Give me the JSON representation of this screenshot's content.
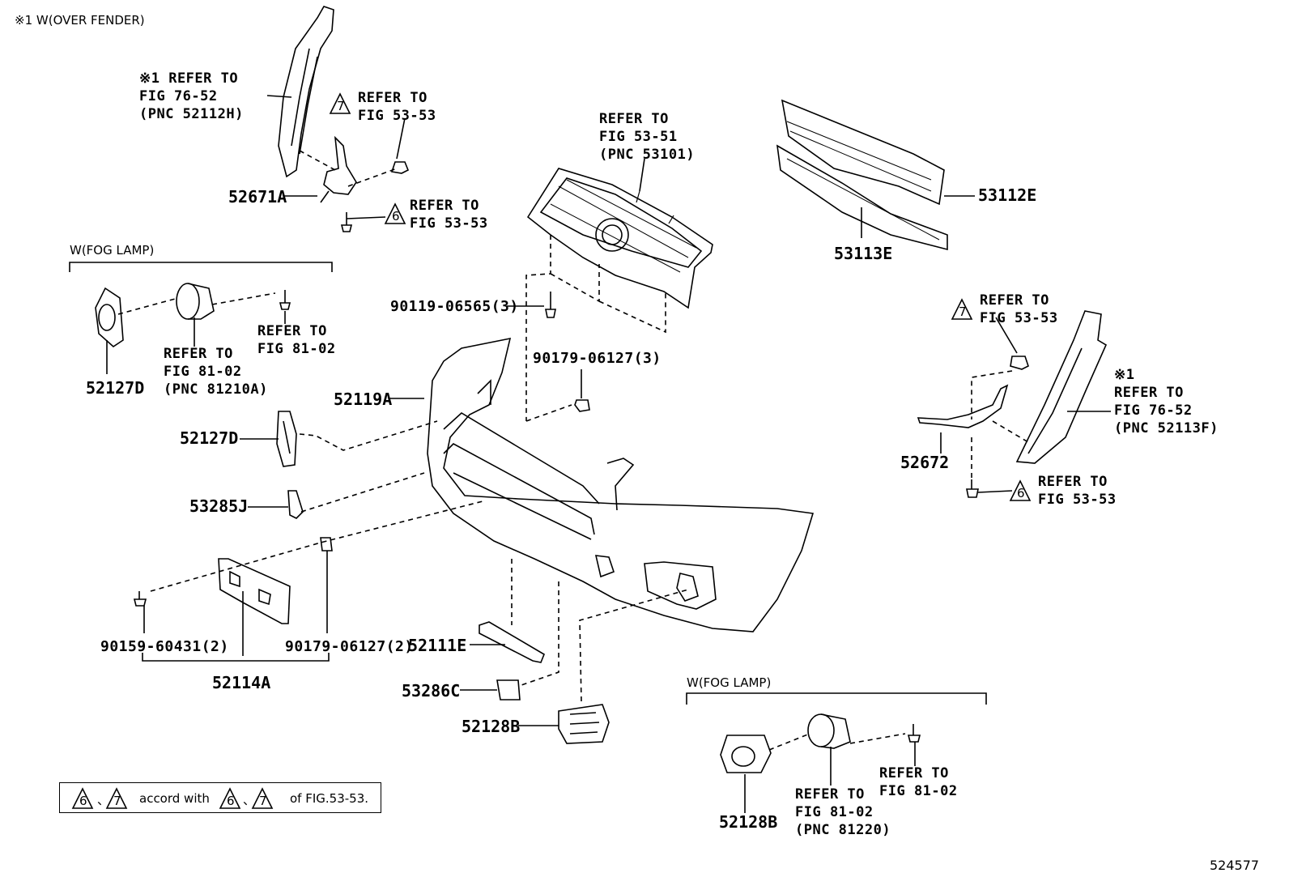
{
  "header_note": "※1 W(OVER FENDER)",
  "fog_lamp_left_label": "W(FOG LAMP)",
  "fog_lamp_right_label": "W(FOG LAMP)",
  "refs": {
    "over_fender_left": "※1 REFER TO\nFIG 76-52\n(PNC 52112H)",
    "tri7_top": "REFER TO\nFIG 53-53",
    "tri6_top": "REFER TO\nFIG 53-53",
    "grille": "REFER TO\nFIG 53-51\n(PNC 53101)",
    "fog_left_bulb": "REFER TO\nFIG 81-02",
    "fog_left_lamp": "REFER TO\nFIG 81-02\n(PNC 81210A)",
    "tri7_right": "REFER TO\nFIG 53-53",
    "over_fender_right": "※1\nREFER TO\nFIG 76-52\n(PNC 52113F)",
    "tri6_right": "REFER TO\nFIG 53-53",
    "fog_right_bulb": "REFER TO\nFIG 81-02",
    "fog_right_lamp": "REFER TO\nFIG 81-02\n(PNC 81220)"
  },
  "triangle_marks": {
    "seven": "7",
    "six": "6"
  },
  "parts": {
    "p52671A": "52671A",
    "p53112E": "53112E",
    "p53113E": "53113E",
    "p90119": "90119-06565(3)",
    "p90179_3": "90179-06127(3)",
    "p52127D_a": "52127D",
    "p52119A": "52119A",
    "p52127D_b": "52127D",
    "p52672": "52672",
    "p53285J": "53285J",
    "p90159": "90159-60431(2)",
    "p90179_2": "90179-06127(2)",
    "p52114A": "52114A",
    "p52111E": "52111E",
    "p53286C": "53286C",
    "p52128B_a": "52128B",
    "p52128B_b": "52128B"
  },
  "note_box": {
    "sep1": "、",
    "accord": "accord with",
    "sep2": "、",
    "of": "of FIG.53-53."
  },
  "figure_id": "524577"
}
